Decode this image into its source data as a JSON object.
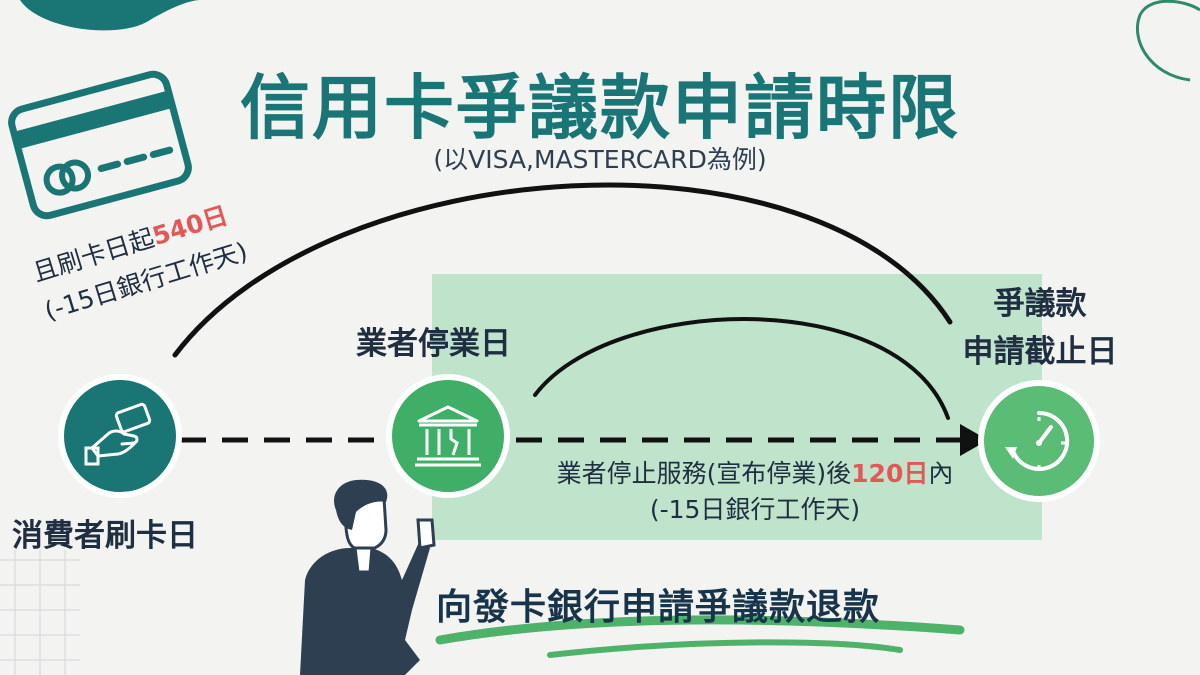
{
  "title": "信用卡爭議款申請時限",
  "subtitle": "(以VISA,MASTERCARD為例)",
  "nodes": {
    "consumer": {
      "label": "消費者刷卡日"
    },
    "merchant": {
      "label": "業者停業日"
    },
    "deadline": {
      "label_line1": "爭議款",
      "label_line2": "申請截止日"
    }
  },
  "arc_long": {
    "prefix": "且刷卡日起",
    "highlight": "540日",
    "note": "(-15日銀行工作天)"
  },
  "arc_short": {
    "prefix": "業者停止服務(宣布停業)後",
    "highlight": "120日",
    "suffix": "內",
    "note": "(-15日銀行工作天)"
  },
  "bottom_text": "向發卡銀行申請爭議款退款",
  "colors": {
    "teal": "#1a7575",
    "green": "#3fae66",
    "highlight_red": "#e35757",
    "box": "#bfe4cb"
  },
  "icons": {
    "consumer": "hand-card-icon",
    "merchant": "closed-bank-icon",
    "deadline": "timer-icon",
    "decoration": "credit-card-icon"
  }
}
